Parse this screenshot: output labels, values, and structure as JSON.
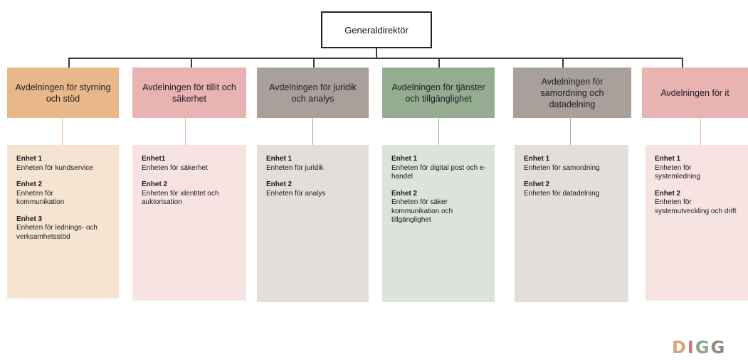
{
  "root": {
    "label": "Generaldirektör"
  },
  "departments": [
    {
      "label": "Avdelningen för styrning och stöd",
      "color": "#e8b88a",
      "panel_color": "#f6e4d3",
      "units": [
        {
          "title": "Enhet 1",
          "desc": "Enheten för kundservice"
        },
        {
          "title": "Enhet 2",
          "desc": "Enheten för kommunikation"
        },
        {
          "title": "Enhet 3",
          "desc": "Enheten för lednings- och verksamhetsstöd"
        }
      ]
    },
    {
      "label": "Avdelningen för tillit och säkerhet",
      "color": "#e8b3b1",
      "panel_color": "#f7e4e2",
      "units": [
        {
          "title": "Enhet1",
          "desc": "Enheten för säkerhet"
        },
        {
          "title": "Enhet 2",
          "desc": "Enheten för identitet och auktorisation"
        }
      ]
    },
    {
      "label": "Avdelningen för juridik och analys",
      "color": "#a9a09b",
      "panel_color": "#e3dedc",
      "units": [
        {
          "title": "Enhet 1",
          "desc": "Enheten för juridik"
        },
        {
          "title": "Enhet 2",
          "desc": "Enheten för analys"
        }
      ]
    },
    {
      "label": "Avdelningen för tjänster och tillgänglighet",
      "color": "#94ad91",
      "panel_color": "#dbe3da",
      "units": [
        {
          "title": "Enhet 1",
          "desc": "Enheten för digital post och e-handel"
        },
        {
          "title": "Enhet 2",
          "desc": "Enheten för säker kommunikation och tillgänglighet"
        }
      ]
    },
    {
      "label": "Avdelningen för samordning och datadelning",
      "color": "#a9a09b",
      "panel_color": "#e3dedc",
      "units": [
        {
          "title": "Enhet 1",
          "desc": "Enheten för samordning"
        },
        {
          "title": "Enhet 2",
          "desc": "Enheten för datadelning"
        }
      ]
    },
    {
      "label": "Avdelningen för it",
      "color": "#e8b3b1",
      "panel_color": "#f7e4e2",
      "units": [
        {
          "title": "Enhet 1",
          "desc": "Enheten för systemledning"
        },
        {
          "title": "Enhet 2",
          "desc": "Enheten för systemutveckling och drift"
        }
      ]
    }
  ],
  "logo": {
    "letters": [
      "D",
      "I",
      "G",
      "G"
    ],
    "colors": [
      "#d9a37c",
      "#c97a7a",
      "#8ea38b",
      "#8f8782"
    ]
  }
}
